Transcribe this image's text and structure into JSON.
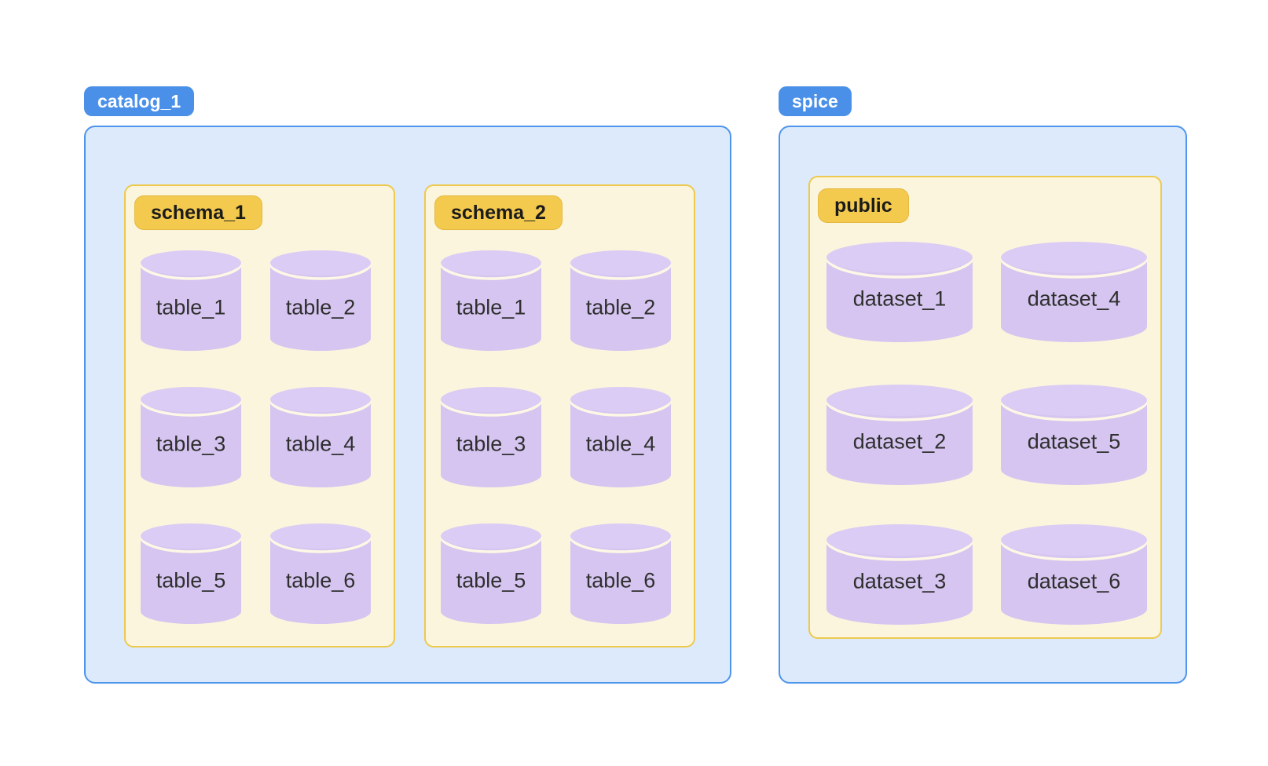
{
  "colors": {
    "blue_badge_bg": "#4B90E8",
    "blue_badge_text": "#FFFFFF",
    "blue_container_bg": "#DCEAFB",
    "blue_container_border": "#4E95EC",
    "yellow_badge_bg": "#F3C94E",
    "yellow_badge_border": "#E5B940",
    "yellow_badge_text": "#1B1B1B",
    "cream_container_bg": "#FCF5DD",
    "cream_container_border": "#EDC94E",
    "cylinder_body": "#D5C5F0",
    "cylinder_top": "#DACCF4",
    "cylinder_arc": "#FDF8E6",
    "cylinder_label_text": "#2F2F2F"
  },
  "catalogs": [
    {
      "label": "catalog_1",
      "schemas": [
        {
          "label": "schema_1",
          "tables": [
            "table_1",
            "table_2",
            "table_3",
            "table_4",
            "table_5",
            "table_6"
          ]
        },
        {
          "label": "schema_2",
          "tables": [
            "table_1",
            "table_2",
            "table_3",
            "table_4",
            "table_5",
            "table_6"
          ]
        }
      ]
    },
    {
      "label": "spice",
      "schemas": [
        {
          "label": "public",
          "tables": [
            "dataset_1",
            "dataset_4",
            "dataset_2",
            "dataset_5",
            "dataset_3",
            "dataset_6"
          ]
        }
      ]
    }
  ]
}
